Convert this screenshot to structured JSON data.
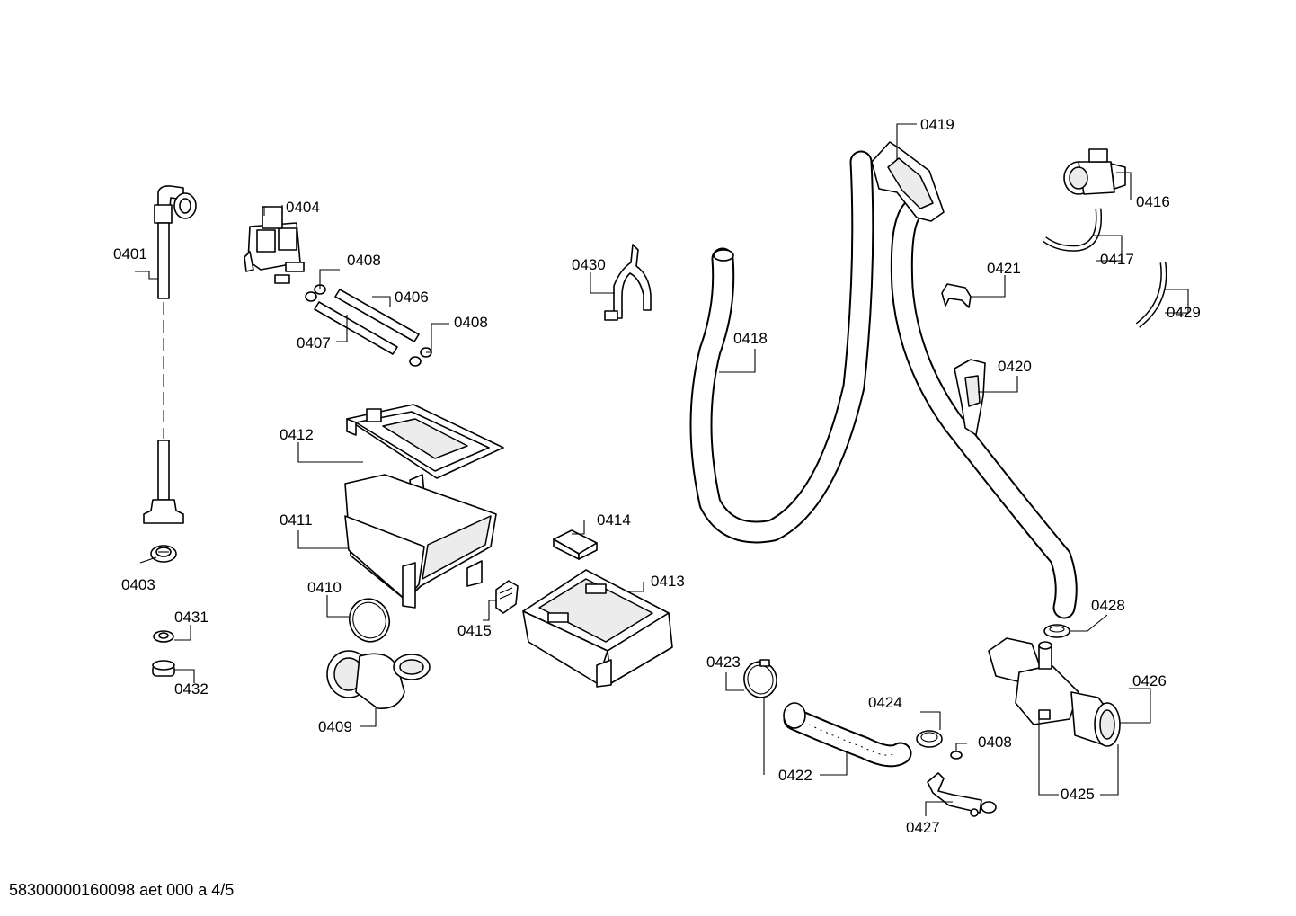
{
  "labels": {
    "l0401": "0401",
    "l0403": "0403",
    "l0431": "0431",
    "l0432": "0432",
    "l0404": "0404",
    "l0408a": "0408",
    "l0406": "0406",
    "l0407": "0407",
    "l0408b": "0408",
    "l0412": "0412",
    "l0411": "0411",
    "l0410": "0410",
    "l0409": "0409",
    "l0414": "0414",
    "l0413": "0413",
    "l0415": "0415",
    "l0430": "0430",
    "l0418": "0418",
    "l0419": "0419",
    "l0416": "0416",
    "l0417": "0417",
    "l0421": "0421",
    "l0429": "0429",
    "l0420": "0420",
    "l0428": "0428",
    "l0423": "0423",
    "l0426": "0426",
    "l0424": "0424",
    "l0408c": "0408",
    "l0422": "0422",
    "l0425": "0425",
    "l0427": "0427"
  },
  "footer": "58300000160098 aet 000 a 4/5"
}
